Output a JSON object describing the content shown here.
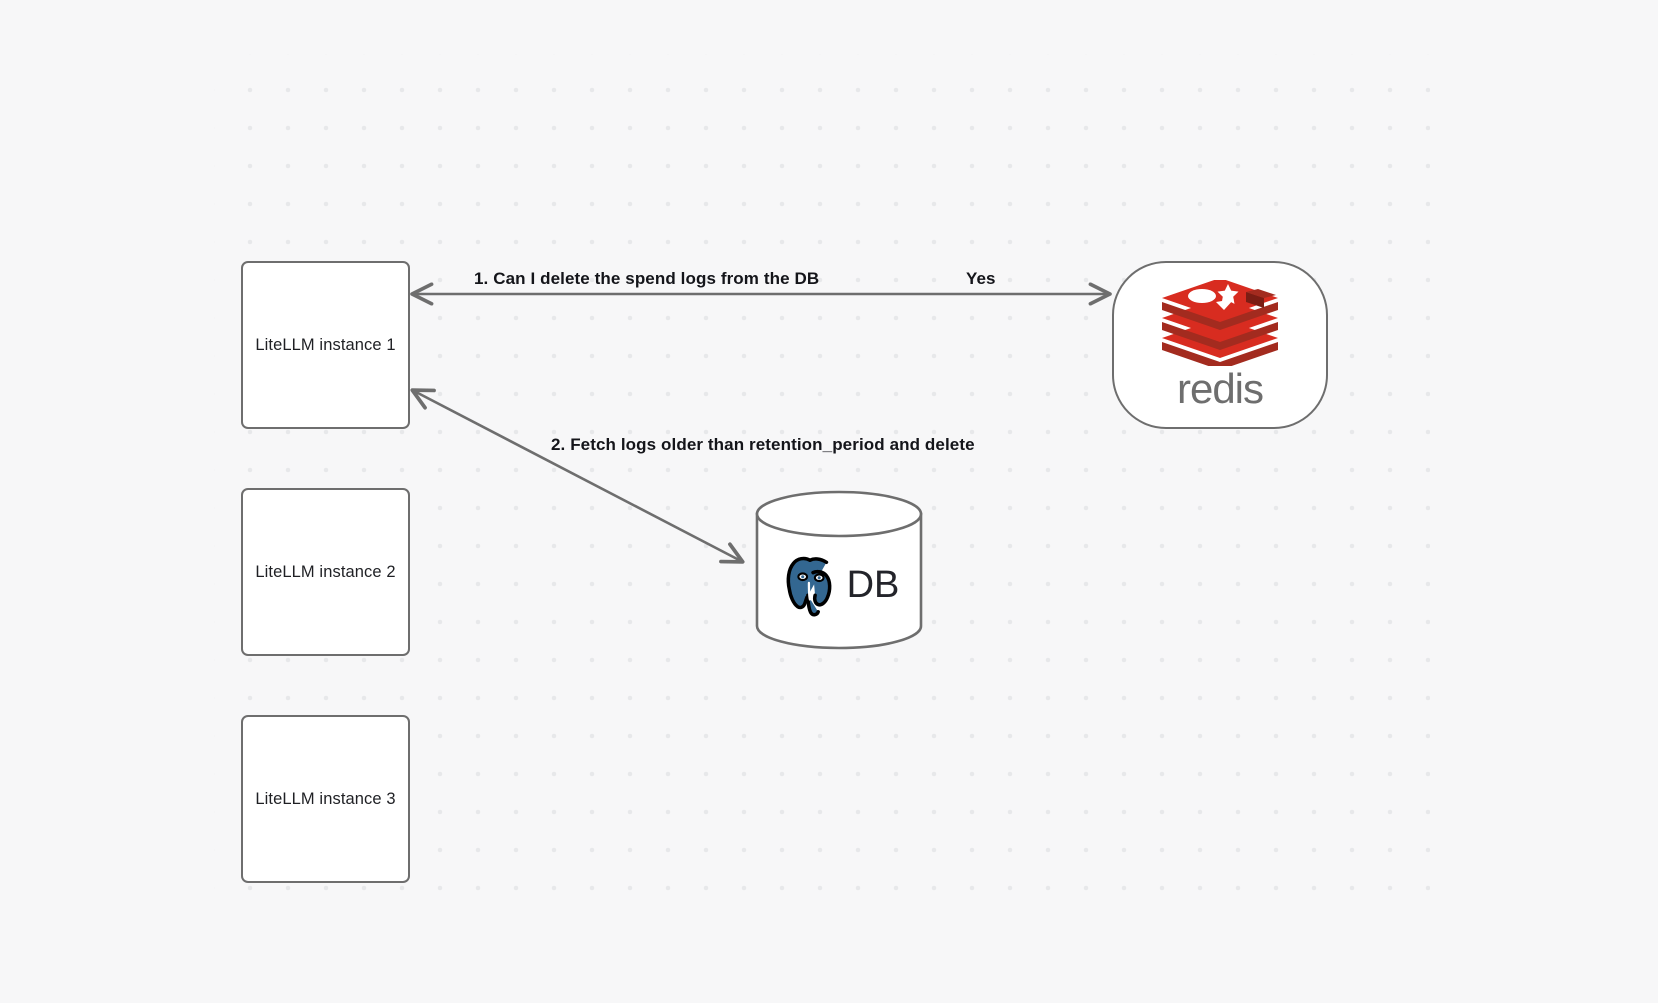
{
  "diagram": {
    "type": "flow-diagram",
    "background_color": "#f7f7f8",
    "grid": "dot-grid",
    "stroke_color": "#6e6e6e",
    "nodes": [
      {
        "id": "litellm-1",
        "label": "LiteLLM instance 1",
        "shape": "rectangle"
      },
      {
        "id": "litellm-2",
        "label": "LiteLLM instance 2",
        "shape": "rectangle"
      },
      {
        "id": "litellm-3",
        "label": "LiteLLM instance 3",
        "shape": "rectangle"
      },
      {
        "id": "redis",
        "label": "redis",
        "shape": "rounded-rectangle",
        "logo": "redis-logo",
        "accent": "#d82c20"
      },
      {
        "id": "db",
        "label": "DB",
        "shape": "cylinder",
        "logo": "postgresql-elephant-icon",
        "accent": "#336791"
      }
    ],
    "edges": [
      {
        "id": "edge-1",
        "from": "litellm-1",
        "to": "redis",
        "label": "1.  Can I delete the spend logs from the DB",
        "reply_label": "Yes",
        "arrowheads": "both"
      },
      {
        "id": "edge-2",
        "from": "litellm-1",
        "to": "db",
        "label": "2.  Fetch logs older than retention_period and delete",
        "arrowheads": "both"
      }
    ]
  }
}
